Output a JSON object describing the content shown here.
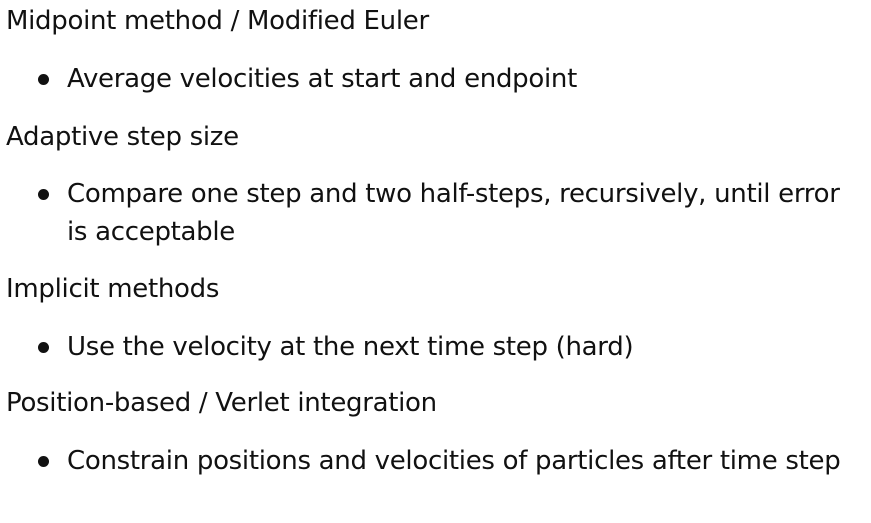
{
  "sections": [
    {
      "heading": "Midpoint method / Modified Euler",
      "bullet": "Average velocities at start and endpoint"
    },
    {
      "heading": "Adaptive step size",
      "bullet": "Compare one step and two half-steps, recursively, until error is acceptable"
    },
    {
      "heading": "Implicit methods",
      "bullet": "Use the velocity at the next time step (hard)"
    },
    {
      "heading": "Position-based / Verlet integration",
      "bullet": "Constrain positions and velocities of particles after time step"
    }
  ]
}
